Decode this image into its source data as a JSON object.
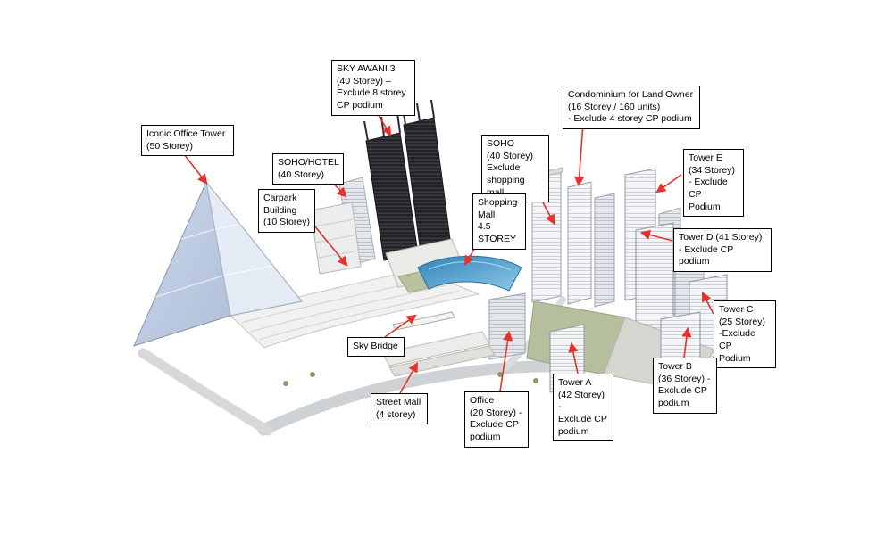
{
  "colors": {
    "arrow": "#e8312a",
    "label_border": "#000000",
    "label_bg": "#ffffff",
    "glass_blue": "#4d9cc9",
    "dark_tower": "#232327"
  },
  "callouts": [
    {
      "id": "iconic-office-tower",
      "text": "Iconic Office Tower\n(50 Storey)"
    },
    {
      "id": "sky-awani-3",
      "text": "SKY AWANI 3\n(40 Storey) –\nExclude 8 storey\nCP podium"
    },
    {
      "id": "condominium-land-owner",
      "text": "Condominium for Land Owner\n(16 Storey / 160 units)\n- Exclude 4 storey CP podium"
    },
    {
      "id": "soho-hotel",
      "text": "SOHO/HOTEL\n(40 Storey)"
    },
    {
      "id": "soho",
      "text": "SOHO\n(40 Storey)\nExclude\nshopping mall"
    },
    {
      "id": "tower-e",
      "text": "Tower E\n(34 Storey)\n- Exclude CP\nPodium"
    },
    {
      "id": "carpark-building",
      "text": "Carpark\nBuilding\n(10 Storey)"
    },
    {
      "id": "shopping-mall",
      "text": "Shopping\nMall\n4.5\nSTOREY"
    },
    {
      "id": "tower-d",
      "text": "Tower D (41 Storey)\n- Exclude CP podium"
    },
    {
      "id": "tower-c",
      "text": "Tower C\n(25 Storey)\n-Exclude CP\nPodium"
    },
    {
      "id": "sky-bridge",
      "text": "Sky Bridge"
    },
    {
      "id": "tower-b",
      "text": "Tower B\n(36 Storey) -\nExclude CP\npodium"
    },
    {
      "id": "street-mall",
      "text": "Street Mall\n(4 storey)"
    },
    {
      "id": "office",
      "text": "Office\n(20 Storey) -\nExclude CP\npodium"
    },
    {
      "id": "tower-a",
      "text": "Tower A\n(42 Storey) -\nExclude CP\npodium"
    }
  ]
}
